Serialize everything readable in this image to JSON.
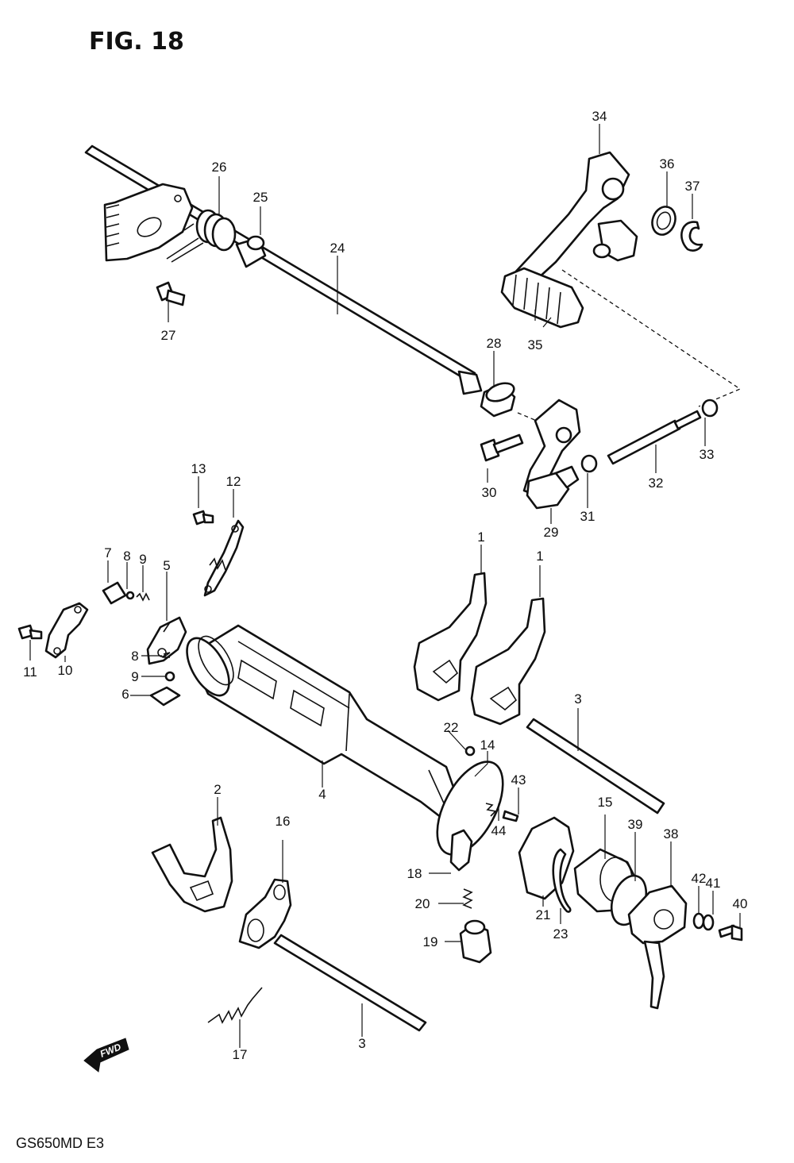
{
  "title": "FIG. 18",
  "model_code": "GS650MD  E3",
  "fwd_label": "FWD",
  "callouts": [
    "1",
    "1",
    "2",
    "3",
    "3",
    "4",
    "5",
    "6",
    "7",
    "8",
    "8",
    "9",
    "9",
    "10",
    "11",
    "12",
    "13",
    "14",
    "15",
    "16",
    "17",
    "18",
    "19",
    "20",
    "21",
    "22",
    "23",
    "24",
    "25",
    "26",
    "27",
    "28",
    "29",
    "30",
    "31",
    "32",
    "33",
    "34",
    "35",
    "36",
    "37",
    "38",
    "39",
    "40",
    "41",
    "42",
    "43",
    "44"
  ]
}
